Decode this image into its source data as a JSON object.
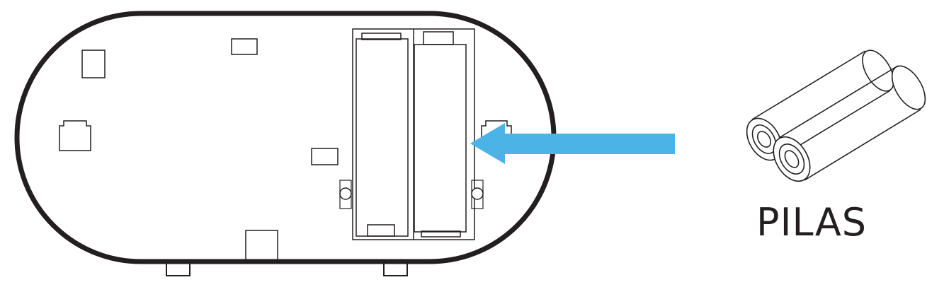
{
  "label": "PILAS",
  "colors": {
    "outline": "#231f20",
    "arrow": "#4cb3e6",
    "background": "#ffffff"
  },
  "icons": [
    "device-back-outline",
    "battery-compartment",
    "insert-arrow",
    "aa-batteries-icon"
  ]
}
